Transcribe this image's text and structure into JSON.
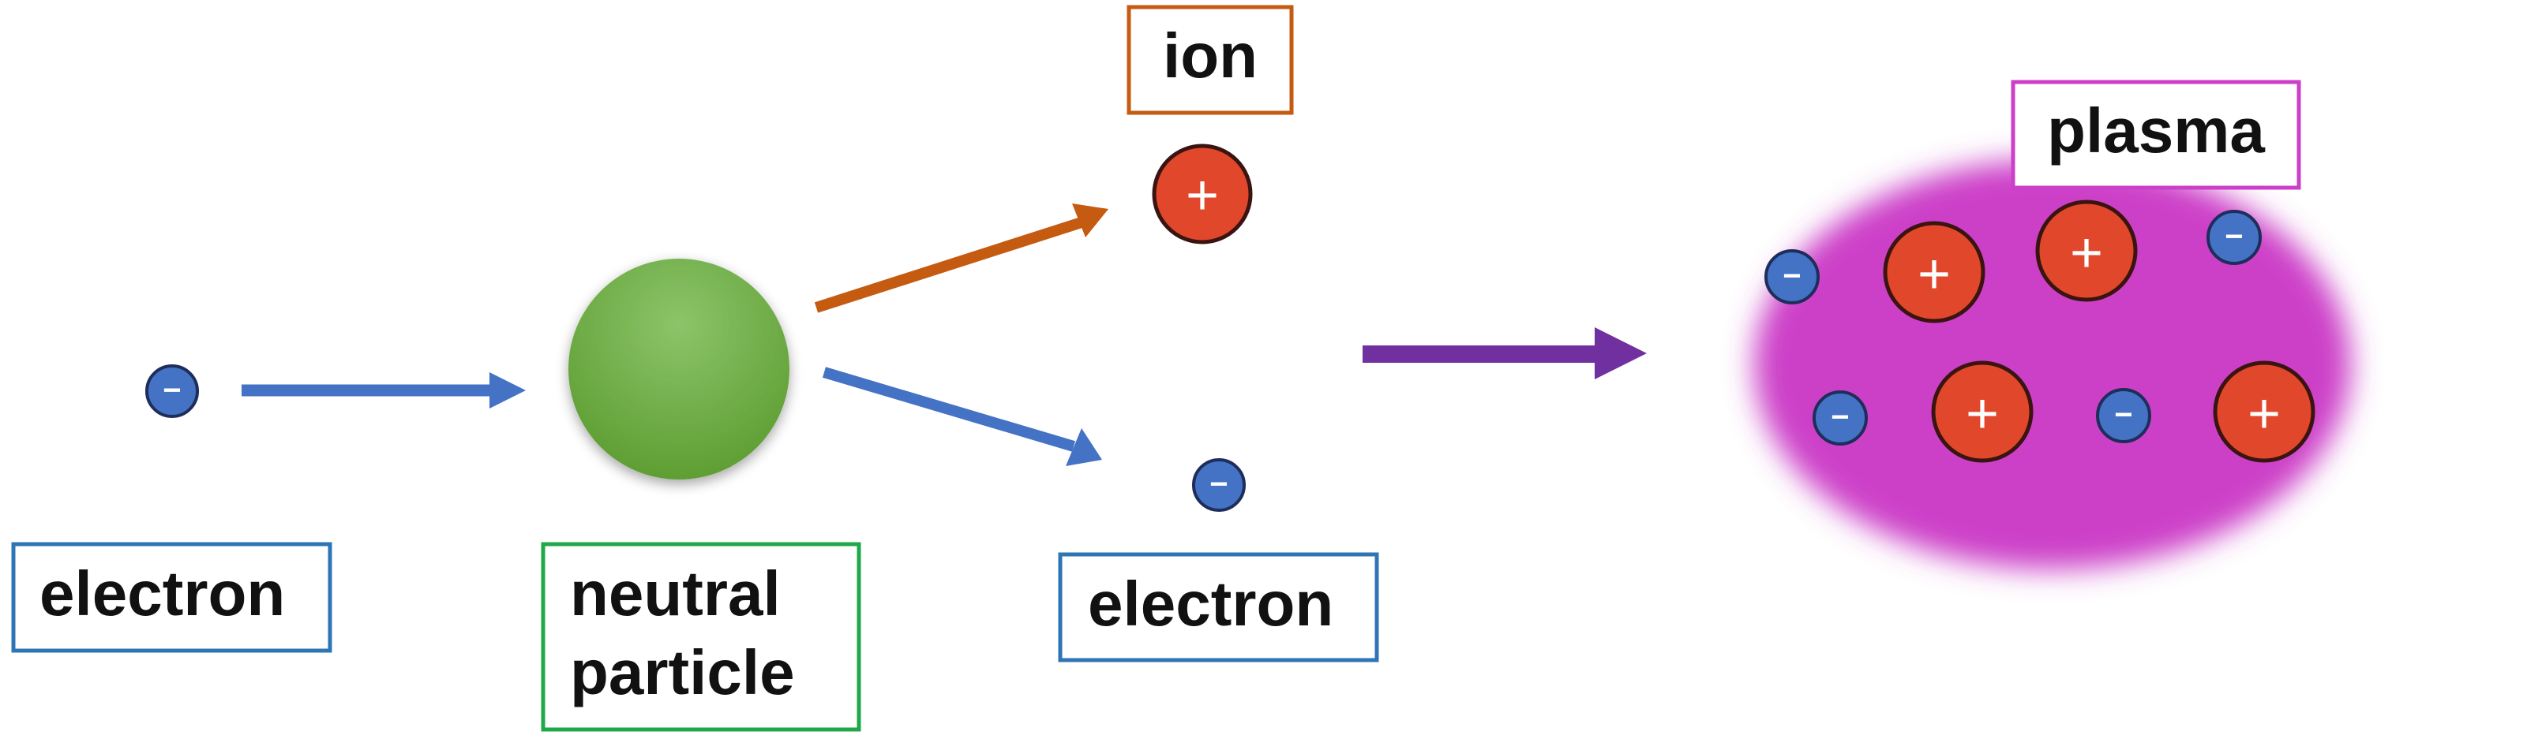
{
  "labels": {
    "electron_in": "electron",
    "neutral_line1": "neutral",
    "neutral_line2": "particle",
    "ion": "ion",
    "electron_out": "electron",
    "plasma": "plasma"
  },
  "particle_signs": {
    "negative": "−",
    "positive": "+"
  },
  "colors": {
    "electron": "#4472c4",
    "ion": "#e0472b",
    "neutral": "#6aab3e",
    "plasma": "#cc3fc8",
    "arrow_electron": "#4472c4",
    "arrow_ion": "#c55a11",
    "arrow_plasma": "#7030a0",
    "box_electron": "#2e75b6",
    "box_neutral": "#1fa84a",
    "box_ion": "#c55a11",
    "box_plasma": "#cc3fc8"
  },
  "icons": [
    "electron-icon",
    "neutral-particle-icon",
    "ion-icon",
    "plasma-cloud-icon",
    "arrow-icon"
  ]
}
